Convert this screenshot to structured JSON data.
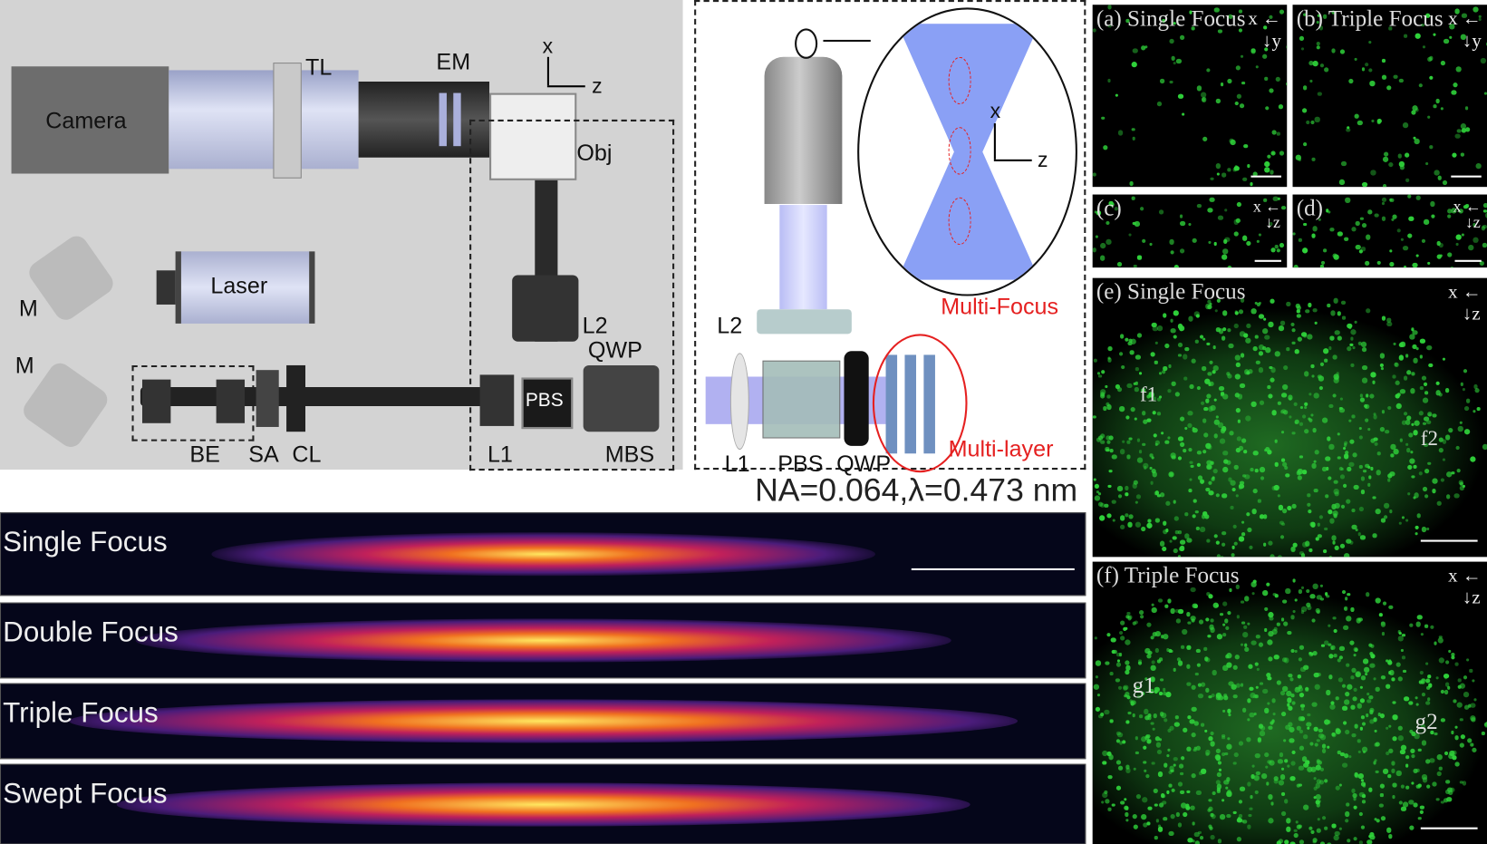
{
  "setup": {
    "labels": {
      "camera": "Camera",
      "tl": "TL",
      "em": "EM",
      "obj": "Obj",
      "laser": "Laser",
      "m1": "M",
      "m2": "M",
      "be": "BE",
      "sa": "SA",
      "cl": "CL",
      "l1": "L1",
      "l2": "L2",
      "pbs": "PBS",
      "qwp": "QWP",
      "mbs": "MBS",
      "axis_x": "x",
      "axis_z": "z"
    }
  },
  "zoom_panel": {
    "labels": {
      "l1": "L1",
      "l2": "L2",
      "pbs": "PBS",
      "qwp": "QWP",
      "multi_focus": "Multi-Focus",
      "multi_layer": "Multi-layer",
      "axis_x": "x",
      "axis_z": "z"
    },
    "annotation_color": "#e52020"
  },
  "psf": {
    "params": "NA=0.064,λ=0.473 nm",
    "strips": [
      {
        "label": "Single Focus"
      },
      {
        "label": "Double Focus"
      },
      {
        "label": "Triple Focus"
      },
      {
        "label": "Swept Focus"
      }
    ]
  },
  "panels": {
    "a": {
      "title": "(a) Single Focus",
      "ax1": "x",
      "ax2": "y"
    },
    "b": {
      "title": "(b) Triple Focus",
      "ax1": "x",
      "ax2": "y"
    },
    "c": {
      "title": "(c)",
      "ax1": "x",
      "ax2": "z"
    },
    "d": {
      "title": "(d)",
      "ax1": "x",
      "ax2": "z"
    },
    "e": {
      "title": "(e)  Single Focus",
      "ax1": "x",
      "ax2": "z",
      "m1": "f1",
      "m2": "f2"
    },
    "f": {
      "title": "(f)   Triple Focus",
      "ax1": "x",
      "ax2": "z",
      "m1": "g1",
      "m2": "g2"
    }
  },
  "colors": {
    "cells": "#2fd23a",
    "marker": "#e52020"
  }
}
